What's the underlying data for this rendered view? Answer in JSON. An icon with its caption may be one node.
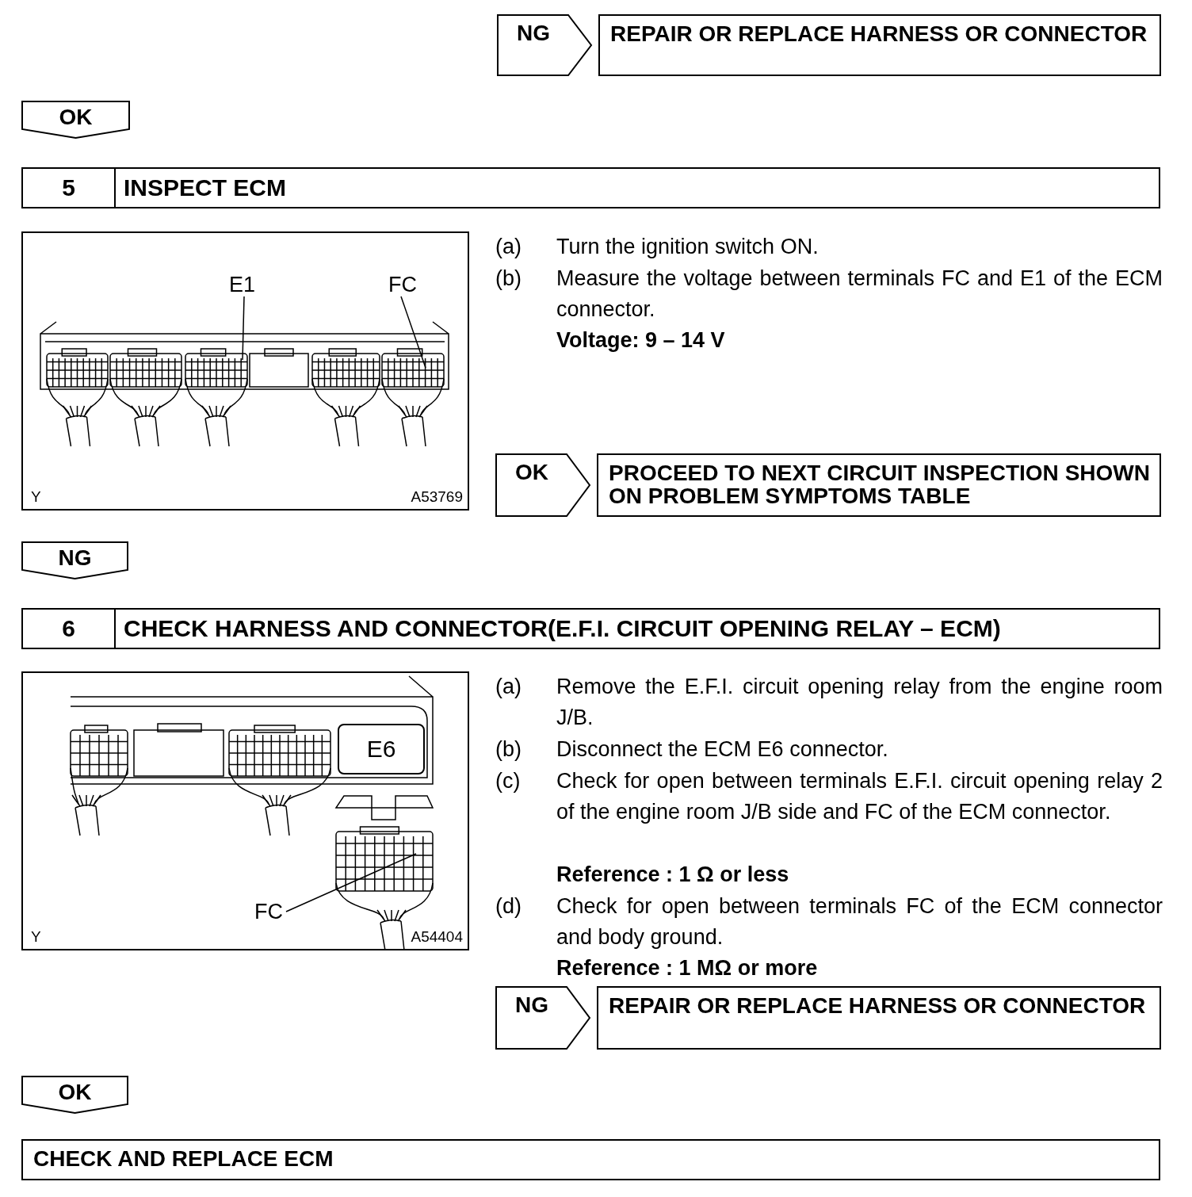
{
  "diagram": {
    "nodes": [
      {
        "text": [
          "NG"
        ]
      },
      {
        "text": [
          "REPAIR OR REPLACE HARNESS OR CONNECTOR"
        ]
      },
      {
        "text": [
          "OK"
        ]
      },
      {
        "text": [
          "5",
          "INSPECT ECM"
        ]
      },
      {
        "text": [
          "Y",
          "A53769"
        ]
      },
      {
        "text": [
          "E1"
        ],
        "in": 4
      },
      {
        "text": [
          "FC"
        ],
        "in": 4
      },
      {
        "text": [
          "OK"
        ]
      },
      {
        "text": [
          "PROCEED TO NEXT CIRCUIT INSPECTION SHOWN ON PROBLEM SYMPTOMS TABLE"
        ]
      },
      {
        "text": [
          "NG"
        ]
      },
      {
        "text": [
          "6",
          "CHECK HARNESS AND CONNECTOR(E.F.I. CIRCUIT OPENING RELAY – ECM)"
        ]
      },
      {
        "text": [
          "Y",
          "A54404"
        ]
      },
      {
        "text": [
          "E6"
        ],
        "in": 11
      },
      {
        "text": [
          "FC"
        ],
        "in": 11
      },
      {
        "text": [
          "NG"
        ]
      },
      {
        "text": [
          "REPAIR OR REPLACE HARNESS OR CONNECTOR"
        ]
      },
      {
        "text": [
          "OK"
        ]
      },
      {
        "text": [
          "CHECK AND REPLACE ECM"
        ]
      }
    ],
    "edges": [
      {
        "from": 5,
        "to": null,
        "arrow": "none"
      },
      {
        "from": 6,
        "to": null,
        "arrow": "none"
      },
      {
        "from": 13,
        "to": null,
        "arrow": "none"
      }
    ],
    "labels": [
      "(a)",
      "Turn the ignition switch ON.",
      "(b)",
      "Measure the voltage between terminals FC and E1 of the ECM connector.",
      "Voltage: 9 – 14 V",
      "(a)",
      "Remove the E.F.I. circuit opening relay from the engine room J/B.",
      "(b)",
      "Disconnect the ECM E6 connector.",
      "(c)",
      "Check for open between terminals E.F.I. circuit opening relay 2 of the engine room J/B side and FC of the ECM connector.",
      "Reference : 1 Ω or less",
      "(d)",
      "Check for open between terminals FC of the ECM connector and body ground.",
      "Reference : 1 MΩ or more"
    ]
  }
}
